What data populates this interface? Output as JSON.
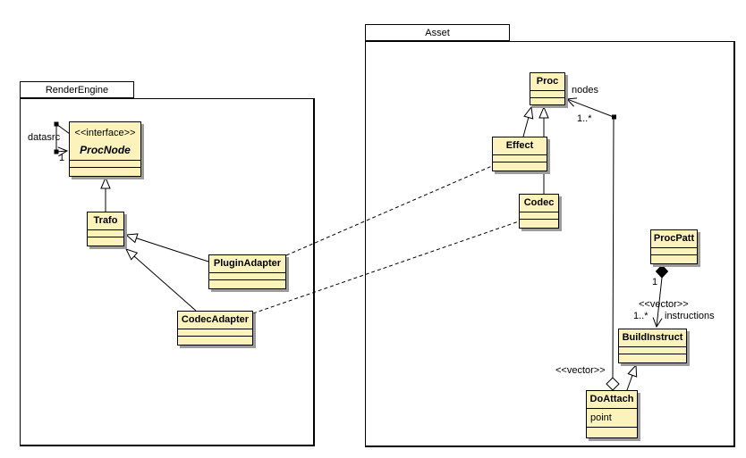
{
  "packages": {
    "render_engine": {
      "name": "RenderEngine"
    },
    "asset": {
      "name": "Asset"
    }
  },
  "classes": {
    "procnode": {
      "stereotype": "<<interface>>",
      "name": "ProcNode"
    },
    "trafo": {
      "name": "Trafo"
    },
    "plugin_adapter": {
      "name": "PluginAdapter"
    },
    "codec_adapter": {
      "name": "CodecAdapter"
    },
    "proc": {
      "name": "Proc"
    },
    "effect": {
      "name": "Effect"
    },
    "codec": {
      "name": "Codec"
    },
    "procpatt": {
      "name": "ProcPatt"
    },
    "build_instruct": {
      "name": "BuildInstruct"
    },
    "do_attach": {
      "name": "DoAttach",
      "attribute": "point"
    }
  },
  "associations": {
    "datasrc": {
      "name": "datasrc",
      "multiplicity": "1"
    },
    "nodes": {
      "name": "nodes",
      "multiplicity": "1..*",
      "stereotype": "<<vector>>"
    },
    "instructions": {
      "name": "instructions",
      "multiplicity": "1..*",
      "stereotype": "<<vector>>",
      "source_multiplicity": "1"
    }
  },
  "colors": {
    "class_fill": "#fcf3bc",
    "class_border": "#000000",
    "shadow": "#9c9c9c",
    "line": "#000000",
    "background": "#ffffff"
  }
}
